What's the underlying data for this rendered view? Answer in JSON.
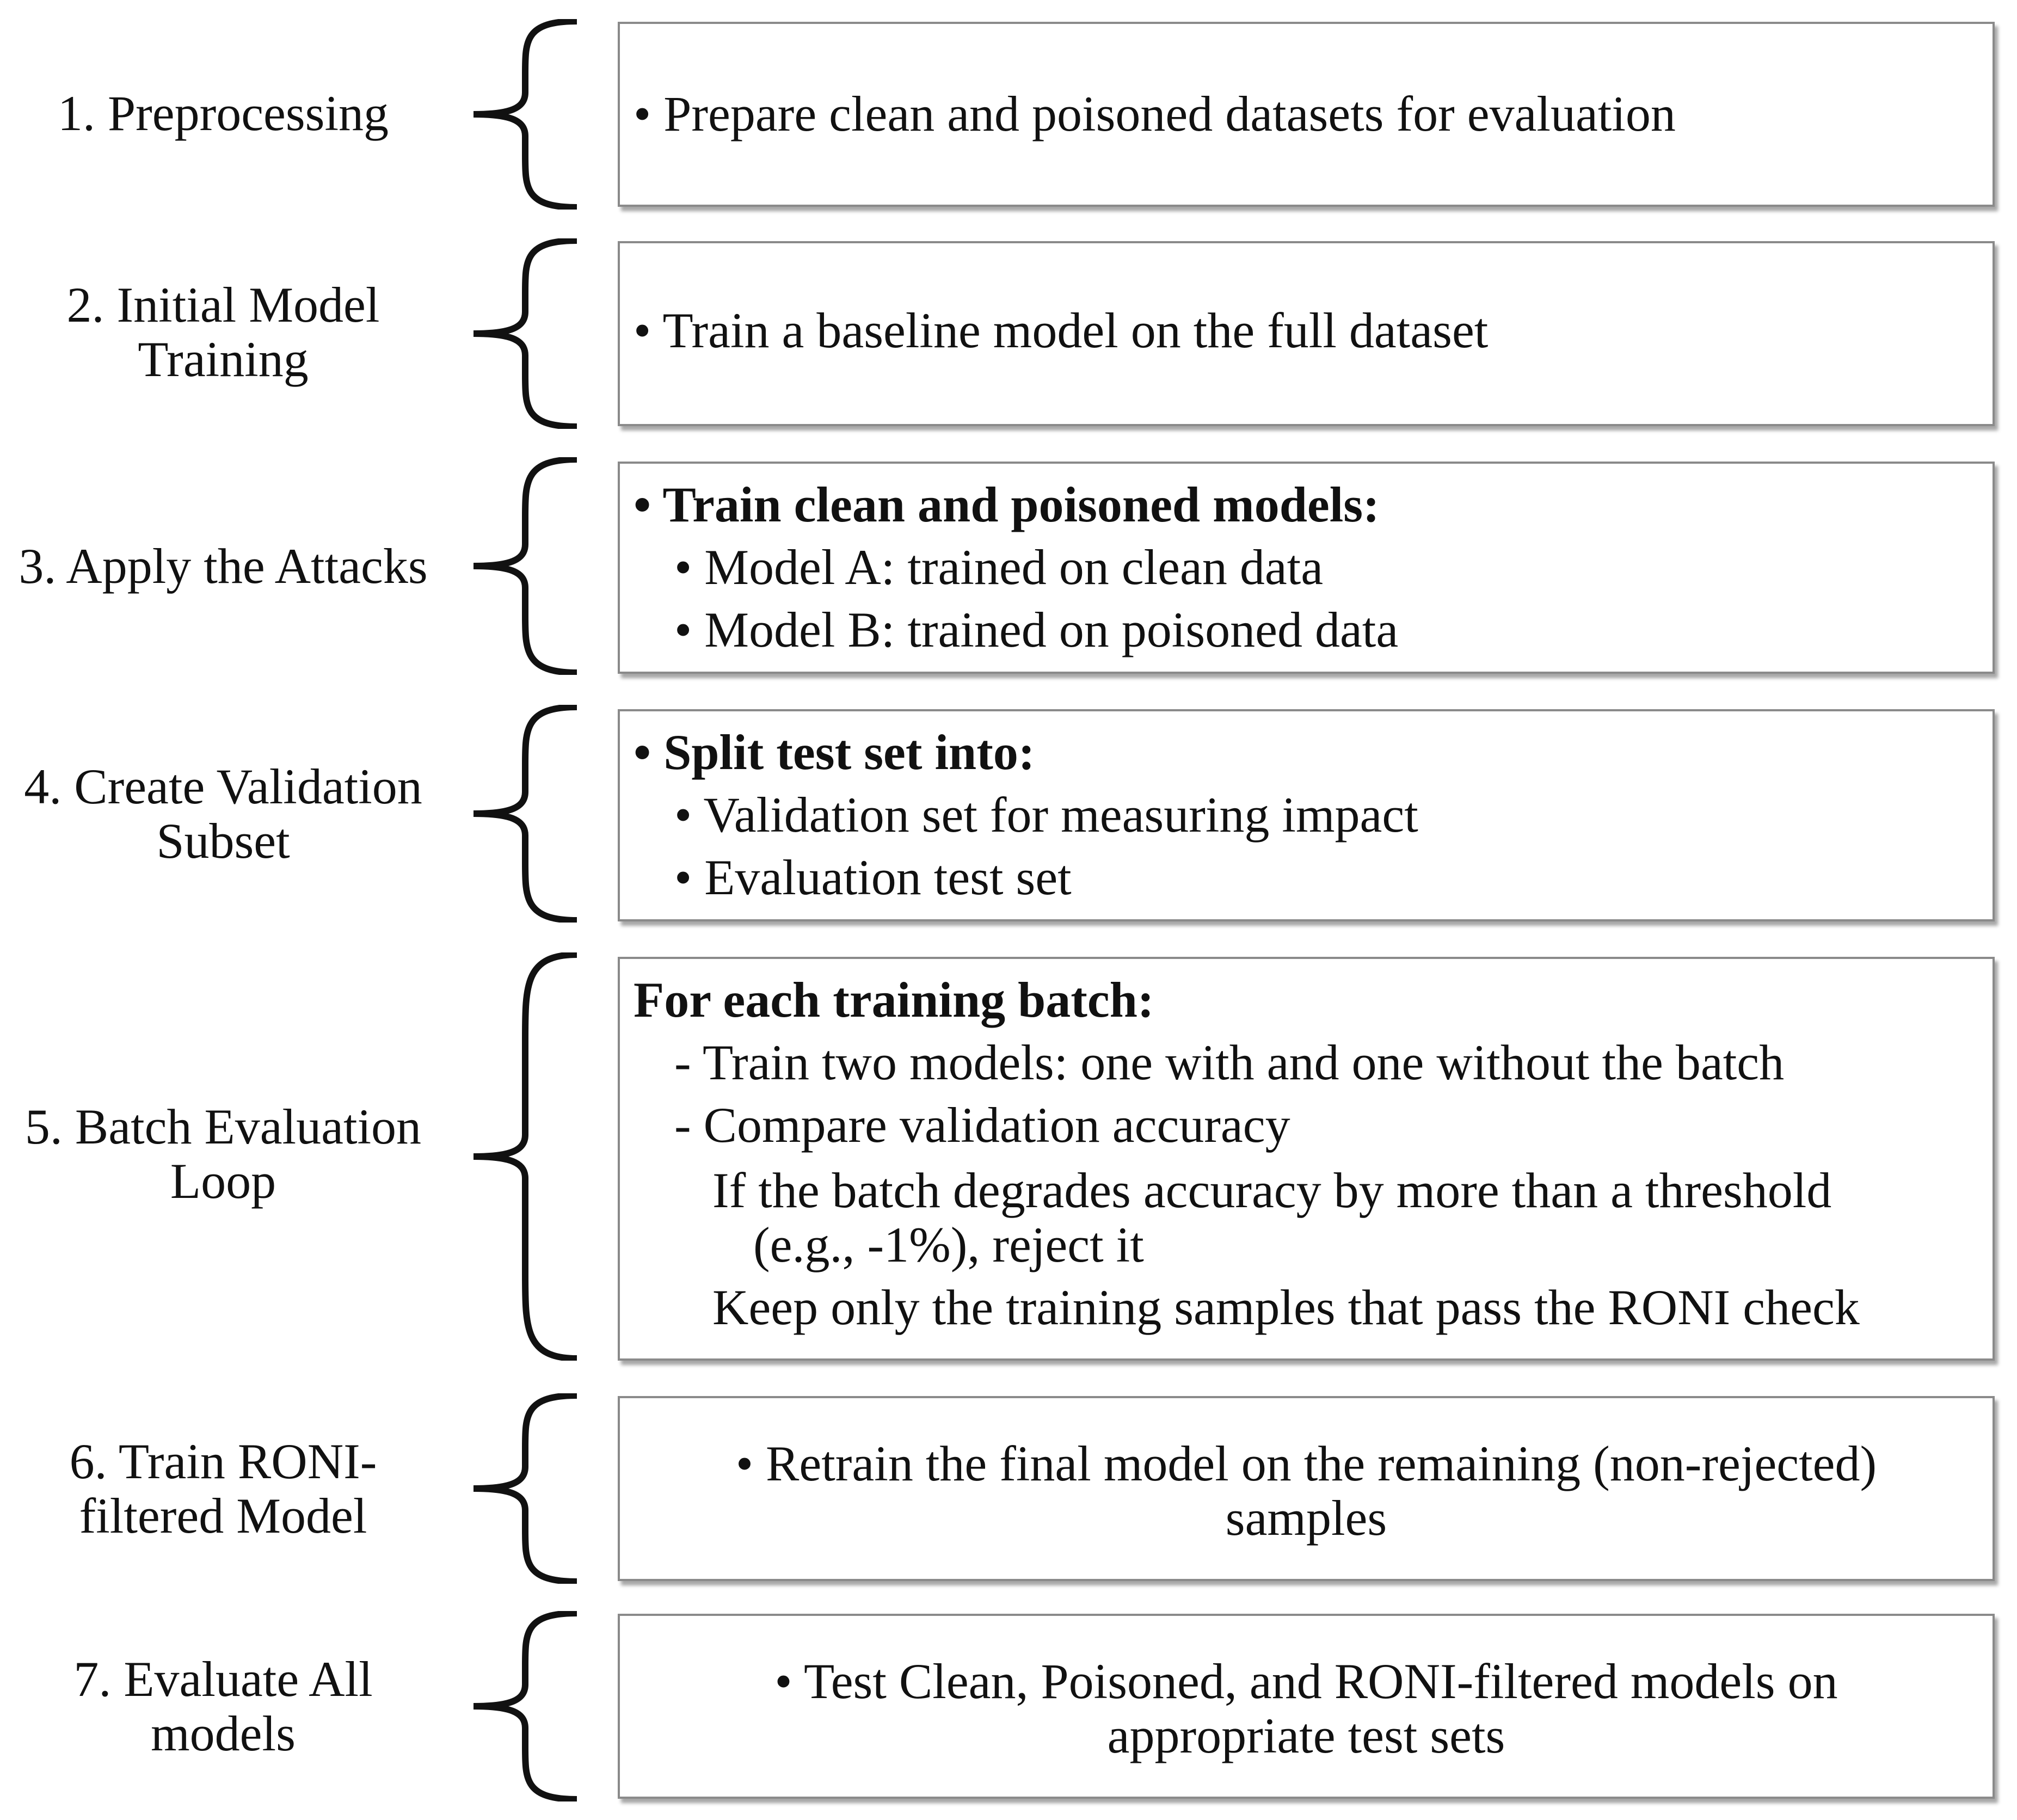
{
  "steps": [
    {
      "label": [
        "1. Preprocessing"
      ],
      "box": [
        "• Prepare clean and poisoned datasets for evaluation"
      ]
    },
    {
      "label": [
        "2. Initial Model",
        "Training"
      ],
      "box": [
        "• Train a baseline model on the full dataset"
      ]
    },
    {
      "label": [
        "3. Apply the Attacks"
      ],
      "box": [
        "•  Train clean and poisoned models:",
        "•   Model A: trained on clean data",
        "•   Model B: trained on poisoned data"
      ]
    },
    {
      "label": [
        "4. Create Validation",
        "Subset"
      ],
      "box": [
        "• Split test set into:",
        "• Validation set for measuring impact",
        "•  Evaluation test set"
      ]
    },
    {
      "label": [
        "5. Batch Evaluation",
        "Loop"
      ],
      "box": [
        "For each training batch:",
        "- Train two models: one with and one without the batch",
        "- Compare validation accuracy",
        "If the batch degrades accuracy by more than a threshold",
        "(e.g., -1%), reject it",
        "Keep only the training samples that pass the RONI check"
      ]
    },
    {
      "label": [
        "6. Train RONI-",
        "filtered Model"
      ],
      "box": [
        "• Retrain the final model on the remaining (non-rejected)",
        "samples"
      ]
    },
    {
      "label": [
        "7. Evaluate All",
        "models"
      ],
      "box": [
        "• Test Clean, Poisoned, and RONI-filtered models on",
        "appropriate test sets"
      ]
    }
  ]
}
